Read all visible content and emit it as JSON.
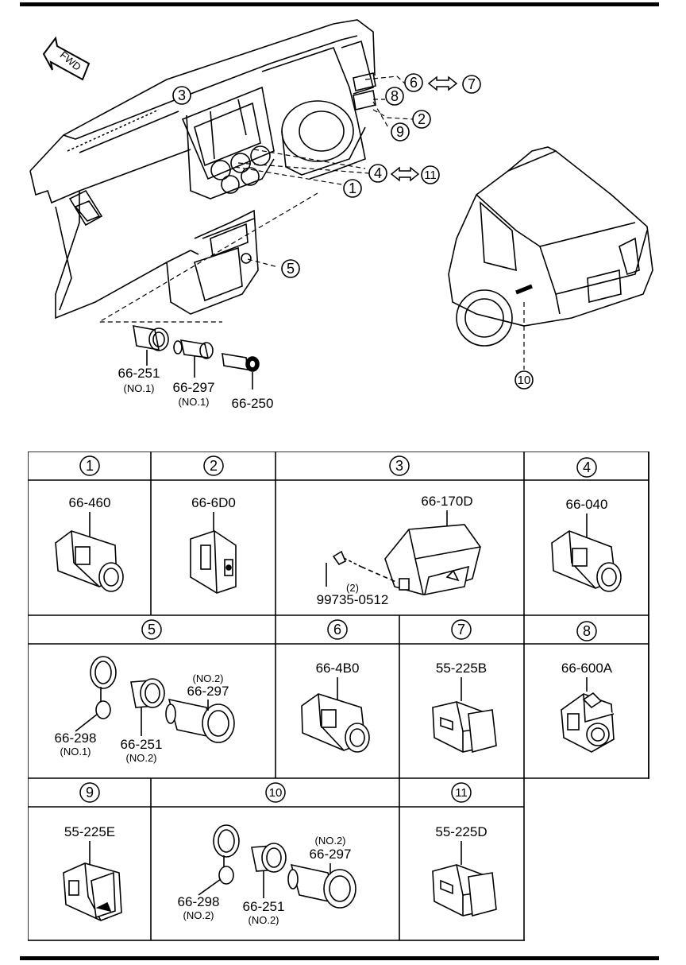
{
  "direction_label": "FWD",
  "overview_callouts": [
    "1",
    "2",
    "3",
    "4",
    "5",
    "6",
    "7",
    "8",
    "9",
    "10",
    "11"
  ],
  "overview_parts": {
    "socket_body": {
      "part": "66-251",
      "note": "(NO.1)"
    },
    "socket_plug": {
      "part": "66-297",
      "note": "(NO.1)"
    },
    "lighter": {
      "part": "66-250"
    }
  },
  "grid": {
    "c1": {
      "num": "1",
      "part": "66-460"
    },
    "c2": {
      "num": "2",
      "part": "66-6D0"
    },
    "c3": {
      "num": "3",
      "part": "66-170D",
      "screw": "99735-0512",
      "qty": "(2)"
    },
    "c4": {
      "num": "4",
      "part": "66-040"
    },
    "c5": {
      "num": "5",
      "cap": "66-298",
      "cap_note": "(NO.1)",
      "ring": "66-251",
      "ring_note": "(NO.2)",
      "plug": "66-297",
      "plug_note": "(NO.2)"
    },
    "c6": {
      "num": "6",
      "part": "66-4B0"
    },
    "c7": {
      "num": "7",
      "part": "55-225B"
    },
    "c8": {
      "num": "8",
      "part": "66-600A"
    },
    "c9": {
      "num": "9",
      "part": "55-225E"
    },
    "c10": {
      "num": "10",
      "cap": "66-298",
      "cap_note": "(NO.2)",
      "ring": "66-251",
      "ring_note": "(NO.2)",
      "plug": "66-297",
      "plug_note": "(NO.2)"
    },
    "c11": {
      "num": "11",
      "part": "55-225D"
    }
  },
  "colors": {
    "line": "#000000",
    "background": "#ffffff"
  }
}
